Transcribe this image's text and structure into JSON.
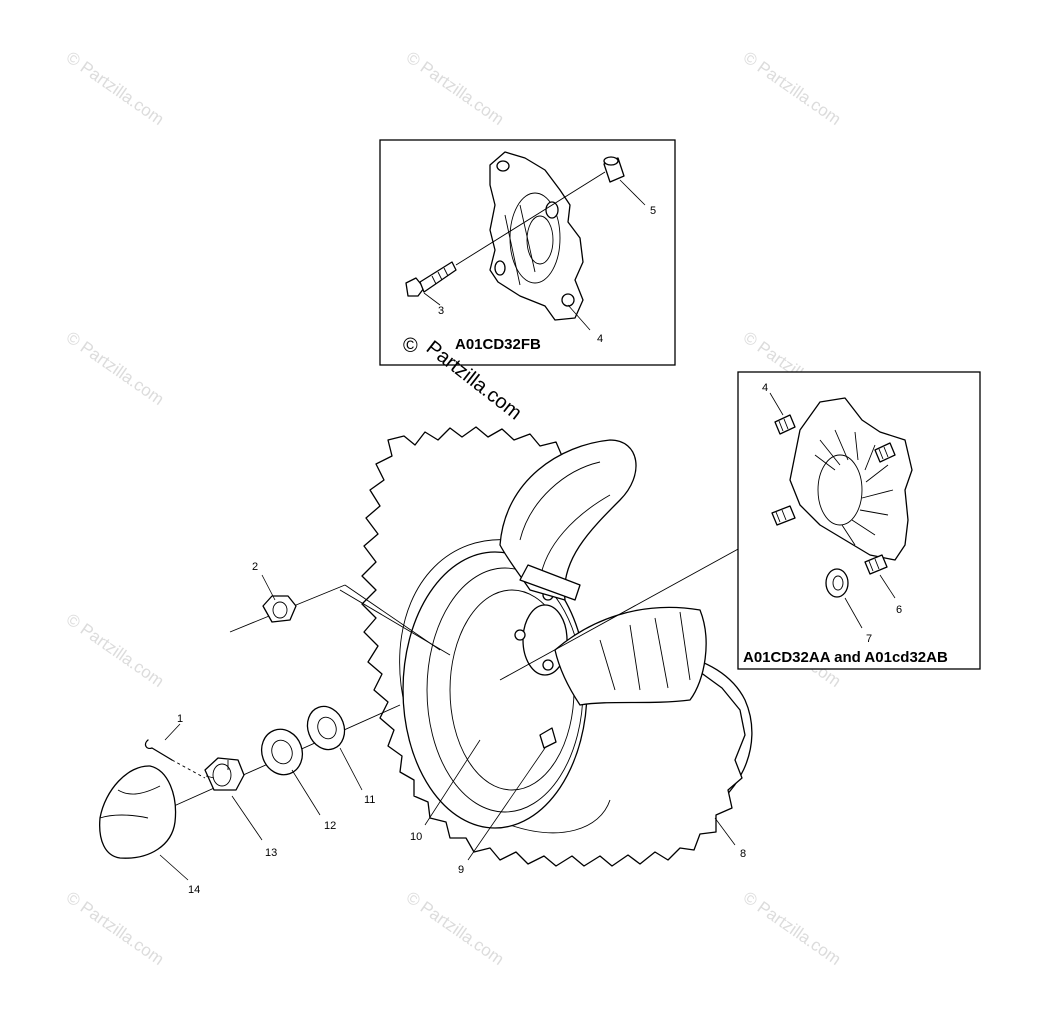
{
  "watermark": {
    "text": "© Partzilla.com"
  },
  "inset_top": {
    "label": "A01CD32FB",
    "copyright_symbol": "©",
    "callouts": [
      "5",
      "3",
      "4"
    ]
  },
  "inset_right": {
    "label": "A01CD32AA and A01cd32AB",
    "callouts": [
      "4",
      "6",
      "7"
    ]
  },
  "overlay_watermark": {
    "text": "Partzilla.com"
  },
  "main_callouts": [
    "2",
    "1",
    "11",
    "12",
    "13",
    "14",
    "10",
    "9",
    "8"
  ]
}
